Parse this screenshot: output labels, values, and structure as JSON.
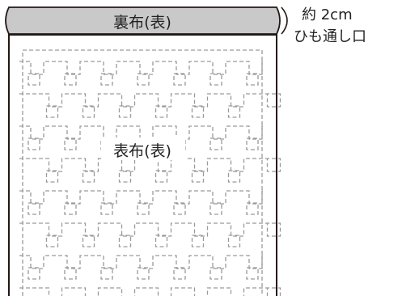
{
  "lining_label": "裏布(表)",
  "outer_label": "表布(表)",
  "opening_note": {
    "line1": "約 2cm",
    "line2": "ひも通し口"
  },
  "colors": {
    "lining_fill": "#c9c9c9",
    "outline": "#231815",
    "stitch": "#9a9a9a"
  }
}
